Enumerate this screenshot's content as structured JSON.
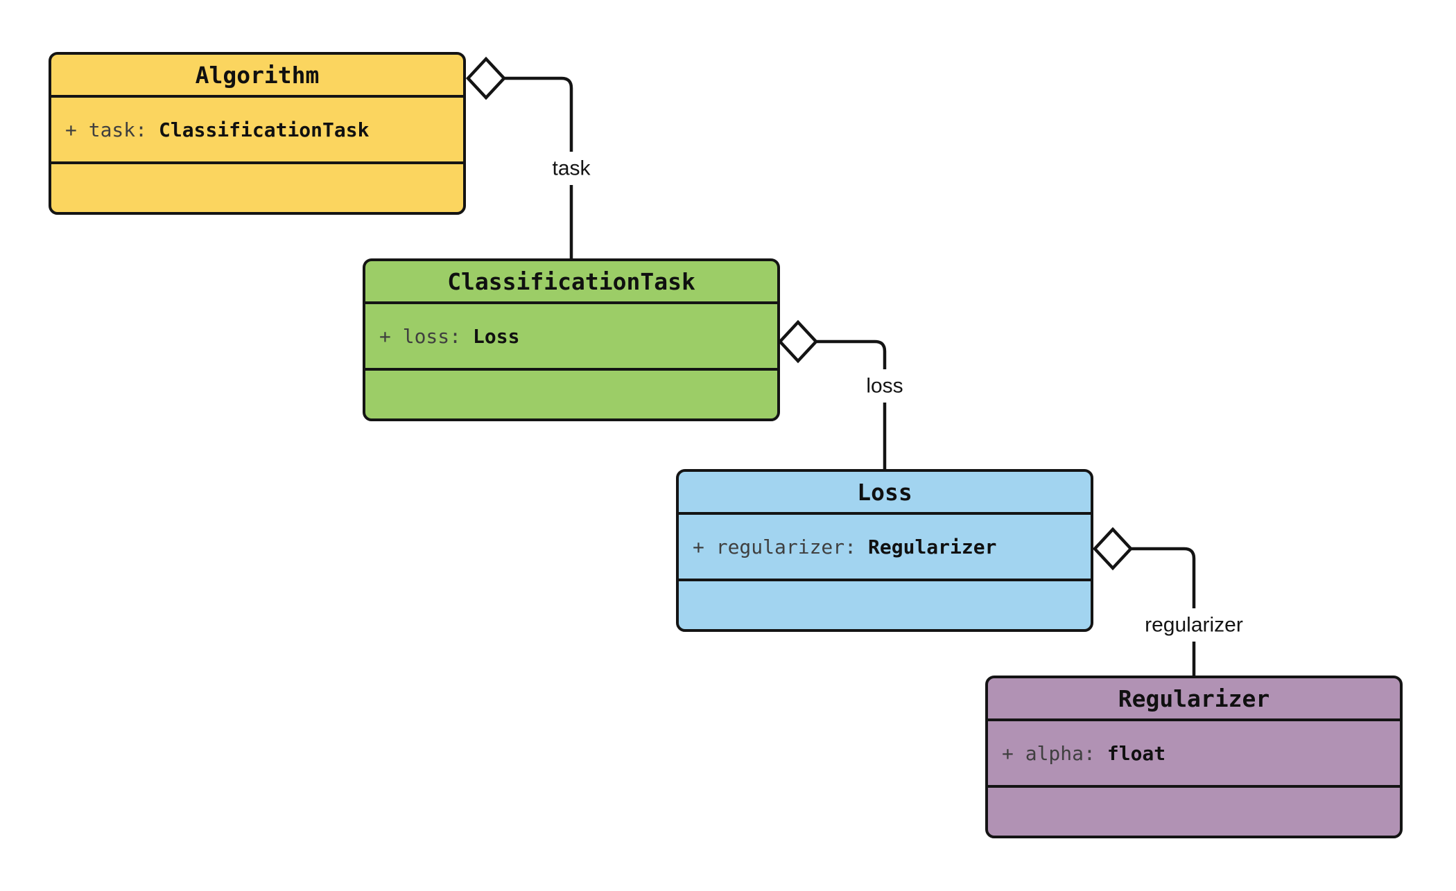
{
  "diagram": {
    "type": "uml-class-diagram",
    "background": "#ffffff",
    "line_color": "#141414",
    "attr_name_color": "#3f3f3f",
    "text_color": "#101010",
    "classes": [
      {
        "name": "Algorithm",
        "fill": "#FBD55F",
        "attribute": {
          "name": "+ task:",
          "type": "ClassificationTask"
        }
      },
      {
        "name": "ClassificationTask",
        "fill": "#9CCD67",
        "attribute": {
          "name": "+ loss:",
          "type": "Loss"
        }
      },
      {
        "name": "Loss",
        "fill": "#A2D4F0",
        "attribute": {
          "name": "+ regularizer:",
          "type": "Regularizer"
        }
      },
      {
        "name": "Regularizer",
        "fill": "#B192B4",
        "attribute": {
          "name": "+ alpha:",
          "type": "float"
        }
      }
    ],
    "edges": [
      {
        "from": "Algorithm",
        "to": "ClassificationTask",
        "label": "task",
        "kind": "aggregation"
      },
      {
        "from": "ClassificationTask",
        "to": "Loss",
        "label": "loss",
        "kind": "aggregation"
      },
      {
        "from": "Loss",
        "to": "Regularizer",
        "label": "regularizer",
        "kind": "aggregation"
      }
    ]
  }
}
